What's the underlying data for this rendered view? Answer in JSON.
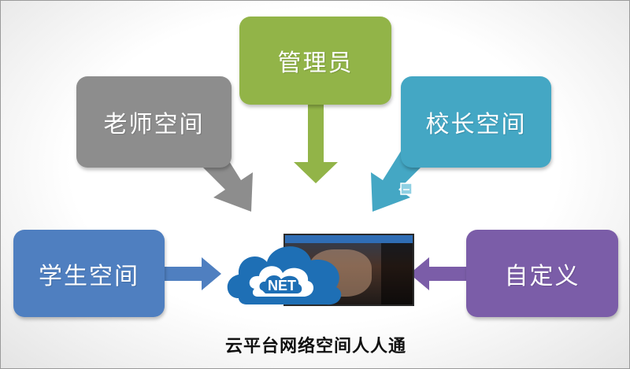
{
  "nodes": {
    "admin": "管理员",
    "teacher": "老师空间",
    "principal": "校长空间",
    "student": "学生空间",
    "custom": "自定义"
  },
  "center": {
    "logo_text": "NET"
  },
  "caption": "云平台网络空间人人通",
  "colors": {
    "teacher": "#8d8d8d",
    "admin": "#92b448",
    "principal": "#44a7c4",
    "student": "#4f7fc0",
    "custom": "#7b5da8",
    "cloud": "#1e6fb5"
  }
}
